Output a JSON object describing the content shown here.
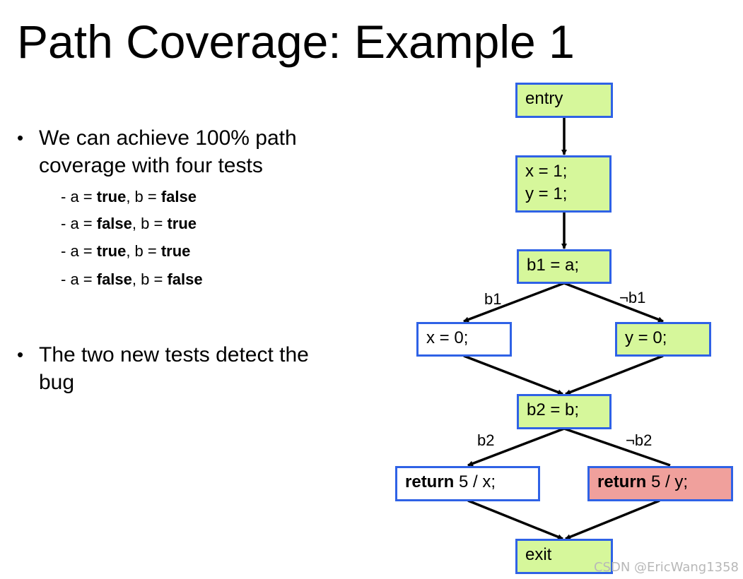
{
  "slide": {
    "title": "Path Coverage: Example 1",
    "bullet1": "We can achieve 100% path coverage with four tests",
    "tests": [
      {
        "a_label": "- a = ",
        "a_val": "true",
        "sep": ", b = ",
        "b_val": "false"
      },
      {
        "a_label": "- a = ",
        "a_val": "false",
        "sep": ", b = ",
        "b_val": "true"
      },
      {
        "a_label": "- a = ",
        "a_val": "true",
        "sep": ", b = ",
        "b_val": "true"
      },
      {
        "a_label": "- a = ",
        "a_val": "false",
        "sep": ", b = ",
        "b_val": "false"
      }
    ],
    "bullet2": "The two new tests detect the bug",
    "bullet_char": "•"
  },
  "graph": {
    "nodes": {
      "entry": "entry",
      "init_line1": "x = 1;",
      "init_line2": "y = 1;",
      "b1": "b1 = a;",
      "x0": "x = 0;",
      "y0": "y = 0;",
      "b2": "b2 = b;",
      "ret_x_kw": "return",
      "ret_x_rest": " 5 / x;",
      "ret_y_kw": "return",
      "ret_y_rest": " 5 / y;",
      "exit": "exit"
    },
    "edge_labels": {
      "b1_true": "b1",
      "b1_false": "¬b1",
      "b2_true": "b2",
      "b2_false": "¬b2"
    },
    "colors": {
      "node_border": "#2f62e6",
      "node_fill": "#d6f79b",
      "highlight_fill": "#f0a09c"
    }
  },
  "watermark": "CSDN @EricWang1358"
}
